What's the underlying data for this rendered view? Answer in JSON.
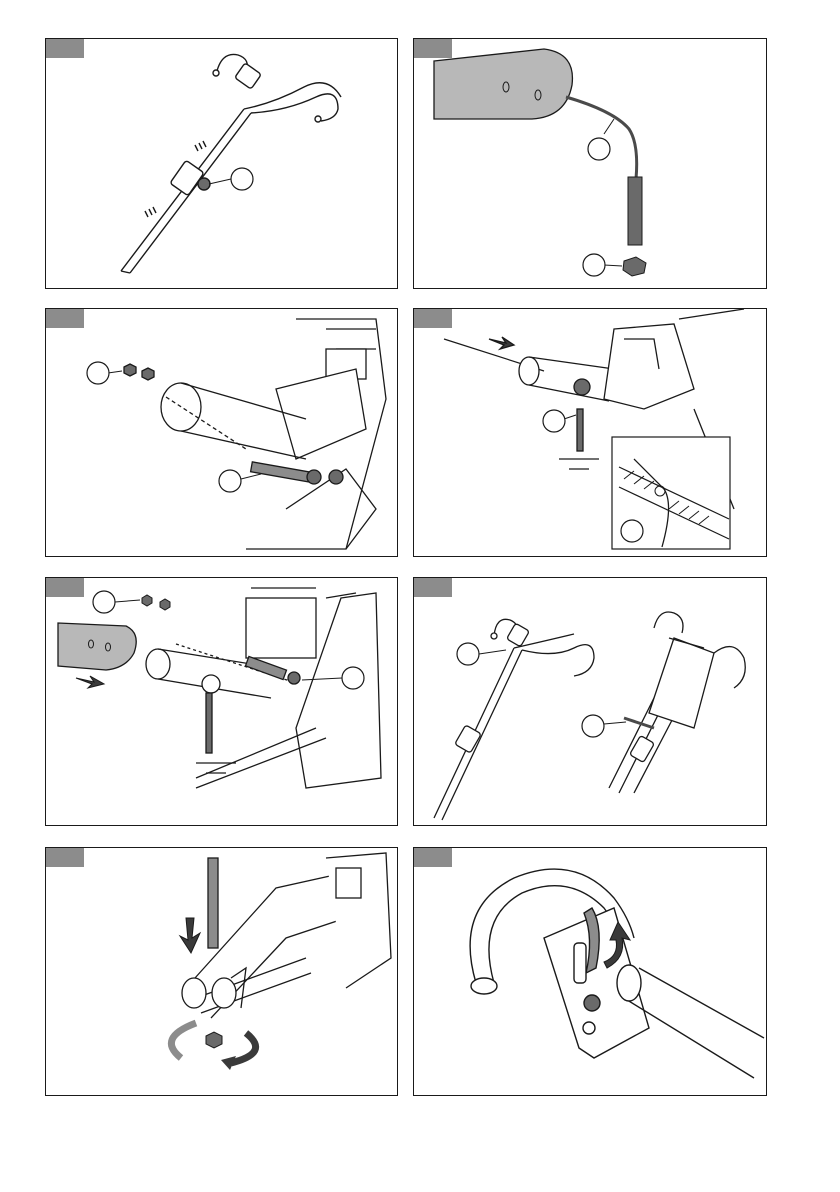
{
  "document": {
    "type": "assembly-instruction-illustration-sheet",
    "panels": [
      {
        "id": "p1",
        "tab_color": "#8c8c8c",
        "callouts": 1
      },
      {
        "id": "p2",
        "tab_color": "#8c8c8c",
        "callouts": 2
      },
      {
        "id": "p3",
        "tab_color": "#8c8c8c",
        "callouts": 2
      },
      {
        "id": "p4",
        "tab_color": "#8c8c8c",
        "callouts": 2
      },
      {
        "id": "p5",
        "tab_color": "#8c8c8c",
        "callouts": 2
      },
      {
        "id": "p6",
        "tab_color": "#8c8c8c",
        "callouts": 2
      },
      {
        "id": "p7",
        "tab_color": "#8c8c8c",
        "callouts": 0
      },
      {
        "id": "p8",
        "tab_color": "#8c8c8c",
        "callouts": 0
      }
    ],
    "colors": {
      "line": "#1a1a1a",
      "tab": "#8c8c8c",
      "shade": "#b8b8b8",
      "dark": "#4a4a4a"
    }
  }
}
